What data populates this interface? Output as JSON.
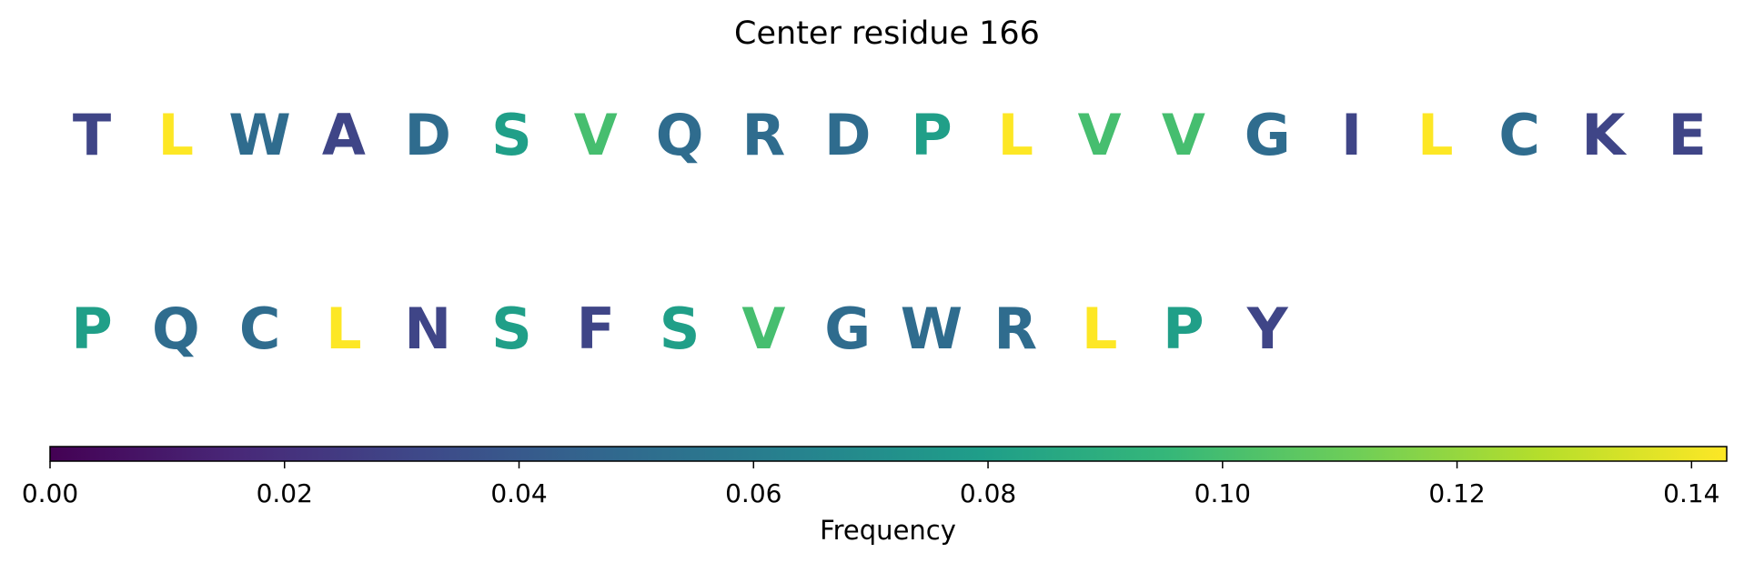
{
  "chart_data": {
    "type": "sequence-colormap",
    "title": "Center residue 166",
    "colormap": "viridis",
    "colormap_stops": [
      "#440154",
      "#482878",
      "#3e4989",
      "#31688e",
      "#26828e",
      "#1f9e89",
      "#35b779",
      "#6ece58",
      "#b5de2b",
      "#fde725"
    ],
    "rows": [
      {
        "residues": [
          {
            "letter": "T",
            "frequency": 0.03
          },
          {
            "letter": "L",
            "frequency": 0.143
          },
          {
            "letter": "W",
            "frequency": 0.05
          },
          {
            "letter": "A",
            "frequency": 0.03
          },
          {
            "letter": "D",
            "frequency": 0.05
          },
          {
            "letter": "S",
            "frequency": 0.08
          },
          {
            "letter": "V",
            "frequency": 0.1
          },
          {
            "letter": "Q",
            "frequency": 0.05
          },
          {
            "letter": "R",
            "frequency": 0.05
          },
          {
            "letter": "D",
            "frequency": 0.05
          },
          {
            "letter": "P",
            "frequency": 0.08
          },
          {
            "letter": "L",
            "frequency": 0.143
          },
          {
            "letter": "V",
            "frequency": 0.1
          },
          {
            "letter": "V",
            "frequency": 0.1
          },
          {
            "letter": "G",
            "frequency": 0.05
          },
          {
            "letter": "I",
            "frequency": 0.03
          },
          {
            "letter": "L",
            "frequency": 0.143
          },
          {
            "letter": "C",
            "frequency": 0.05
          },
          {
            "letter": "K",
            "frequency": 0.03
          },
          {
            "letter": "E",
            "frequency": 0.03
          }
        ]
      },
      {
        "residues": [
          {
            "letter": "P",
            "frequency": 0.08
          },
          {
            "letter": "Q",
            "frequency": 0.05
          },
          {
            "letter": "C",
            "frequency": 0.05
          },
          {
            "letter": "L",
            "frequency": 0.143
          },
          {
            "letter": "N",
            "frequency": 0.03
          },
          {
            "letter": "S",
            "frequency": 0.08
          },
          {
            "letter": "F",
            "frequency": 0.03
          },
          {
            "letter": "S",
            "frequency": 0.08
          },
          {
            "letter": "V",
            "frequency": 0.1
          },
          {
            "letter": "G",
            "frequency": 0.05
          },
          {
            "letter": "W",
            "frequency": 0.05
          },
          {
            "letter": "R",
            "frequency": 0.05
          },
          {
            "letter": "L",
            "frequency": 0.143
          },
          {
            "letter": "P",
            "frequency": 0.08
          },
          {
            "letter": "Y",
            "frequency": 0.03
          }
        ]
      }
    ],
    "colorbar": {
      "label": "Frequency",
      "range": [
        0,
        0.143
      ],
      "ticks": [
        0.0,
        0.02,
        0.04,
        0.06,
        0.08,
        0.1,
        0.12,
        0.14
      ],
      "tick_labels": [
        "0.00",
        "0.02",
        "0.04",
        "0.06",
        "0.08",
        "0.10",
        "0.12",
        "0.14"
      ],
      "orientation": "horizontal",
      "placement": "bottom"
    }
  }
}
